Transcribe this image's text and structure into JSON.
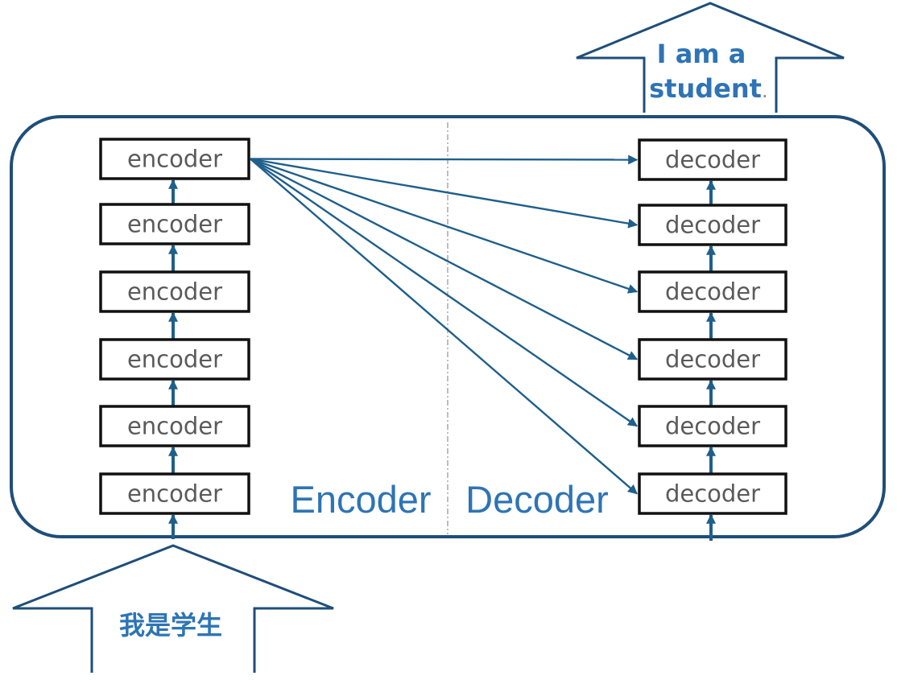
{
  "diagram": {
    "encoder_stack": [
      "encoder",
      "encoder",
      "encoder",
      "encoder",
      "encoder",
      "encoder"
    ],
    "decoder_stack": [
      "decoder",
      "decoder",
      "decoder",
      "decoder",
      "decoder",
      "decoder"
    ],
    "encoder_section_label": "Encoder",
    "decoder_section_label": "Decoder",
    "input_text": "我是学生",
    "output_text_line1": "I am a",
    "output_text_line2": "student",
    "output_text_period": ".",
    "colors": {
      "frame": "#1f4e79",
      "arrow": "#1f5f8b",
      "text_accent": "#2e74b5",
      "box_border": "#111111",
      "box_text": "#5a5a5a"
    }
  }
}
